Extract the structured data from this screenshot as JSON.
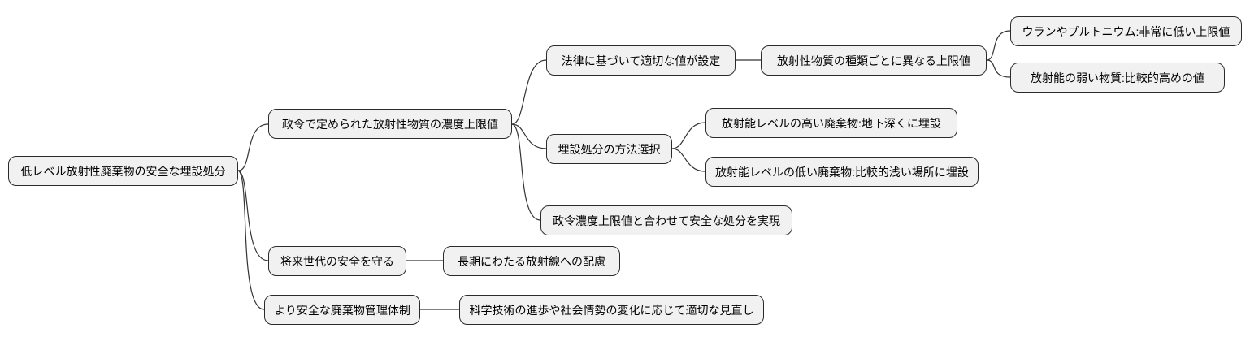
{
  "mindmap": {
    "type": "mindmap",
    "colors": {
      "node_fill": "#f1f1f1",
      "node_border": "#2b2b2b",
      "edge": "#333333",
      "text": "#000000",
      "background": "#ffffff"
    },
    "root": {
      "label": "低レベル放射性廃棄物の安全な埋設処分",
      "children": [
        {
          "label": "政令で定められた放射性物質の濃度上限値",
          "children": [
            {
              "label": "法律に基づいて適切な値が設定",
              "children": [
                {
                  "label": "放射性物質の種類ごとに異なる上限値",
                  "children": [
                    {
                      "label": "ウランやプルトニウム:非常に低い上限値"
                    },
                    {
                      "label": "放射能の弱い物質:比較的高めの値"
                    }
                  ]
                }
              ]
            },
            {
              "label": "埋設処分の方法選択",
              "children": [
                {
                  "label": "放射能レベルの高い廃棄物:地下深くに埋設"
                },
                {
                  "label": "放射能レベルの低い廃棄物:比較的浅い場所に埋設"
                }
              ]
            },
            {
              "label": "政令濃度上限値と合わせて安全な処分を実現"
            }
          ]
        },
        {
          "label": "将来世代の安全を守る",
          "children": [
            {
              "label": "長期にわたる放射線への配慮"
            }
          ]
        },
        {
          "label": "より安全な廃棄物管理体制",
          "children": [
            {
              "label": "科学技術の進歩や社会情勢の変化に応じて適切な見直し"
            }
          ]
        }
      ]
    }
  }
}
